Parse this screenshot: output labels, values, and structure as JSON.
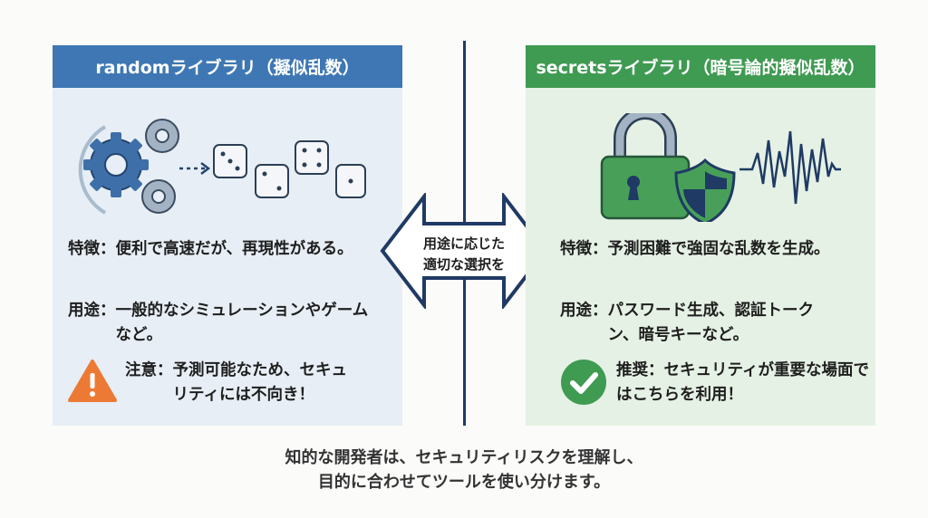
{
  "left": {
    "title": "randomライブラリ（擬似乱数）",
    "feature_label": "特徴：",
    "feature_text": "便利で高速だが、再現性がある。",
    "usage_label": "用途：",
    "usage_text": "一般的なシミュレーションやゲームなど。",
    "note_label": "注意：",
    "note_text": "予測可能なため、セキュリティには不向き！",
    "icon": "warning-icon",
    "color": "#3e77b4"
  },
  "right": {
    "title": "secretsライブラリ（暗号論的擬似乱数）",
    "feature_label": "特徴：",
    "feature_text": "予測困難で強固な乱数を生成。",
    "usage_label": "用途：",
    "usage_text": "パスワード生成、認証トークン、暗号キーなど。",
    "note_label": "推奨：",
    "note_text": "セキュリティが重要な場面ではこちらを利用！",
    "icon": "check-circle-icon",
    "color": "#3f9a52"
  },
  "center": {
    "line1": "用途に応じた",
    "line2": "適切な選択を"
  },
  "footer": {
    "line1": "知的な開発者は、セキュリティリスクを理解し、",
    "line2": "目的に合わせてツールを使い分けます。"
  }
}
